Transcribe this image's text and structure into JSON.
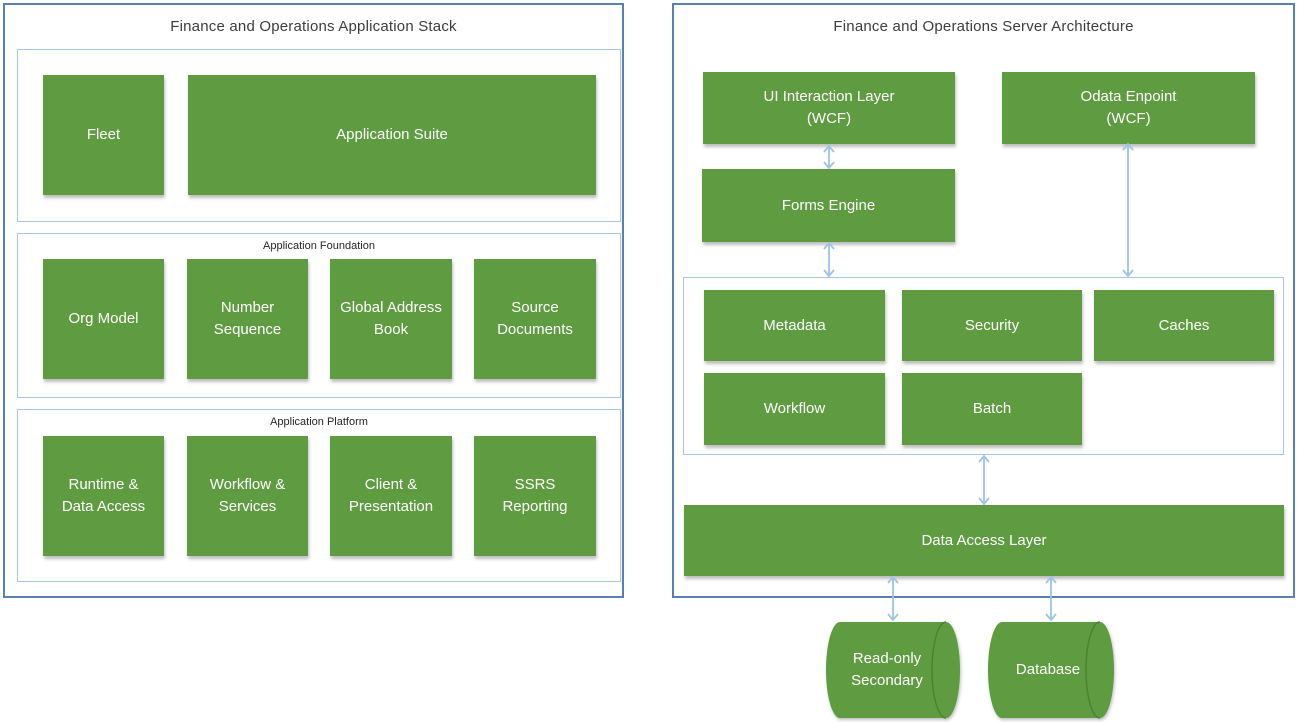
{
  "colors": {
    "box_green": "#5f9b41",
    "cylinder_edge_green": "#4e8033",
    "arrow_blue": "#9dc3e6",
    "panel_border_blue": "#5b80ad",
    "section_border_blue": "#a9c6e3",
    "title_text": "#3d3d3d",
    "box_text": "#ffffff"
  },
  "left_panel": {
    "title": "Finance and Operations Application Stack",
    "top_section": {
      "fleet": "Fleet",
      "application_suite": "Application Suite"
    },
    "foundation": {
      "label": "Application Foundation",
      "boxes": [
        "Org Model",
        "Number Sequence",
        "Global Address Book",
        "Source Documents"
      ]
    },
    "platform": {
      "label": "Application Platform",
      "boxes": [
        "Runtime & Data Access",
        "Workflow & Services",
        "Client & Presentation",
        "SSRS Reporting"
      ]
    }
  },
  "right_panel": {
    "title": "Finance and Operations Server Architecture",
    "ui_interaction_layer": {
      "line1": "UI Interaction Layer",
      "line2": "(WCF)"
    },
    "odata_endpoint": {
      "line1": "Odata Enpoint",
      "line2": "(WCF)"
    },
    "forms_engine": "Forms Engine",
    "services_group": [
      "Metadata",
      "Security",
      "Caches",
      "Workflow",
      "Batch"
    ],
    "data_access_layer": "Data Access Layer",
    "readonly_secondary": {
      "line1": "Read-only",
      "line2": "Secondary"
    },
    "database": "Database"
  }
}
